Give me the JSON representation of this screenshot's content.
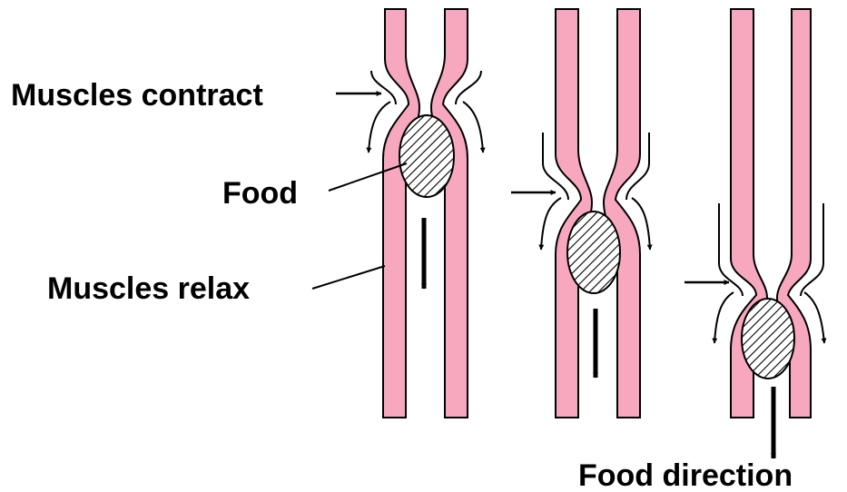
{
  "labels": {
    "muscles_contract": "Muscles contract",
    "food": "Food",
    "muscles_relax": "Muscles relax",
    "food_direction": "Food direction"
  },
  "colors": {
    "wall": "#f7a8bf",
    "outline": "#000000",
    "background": "#ffffff"
  },
  "stages": [
    {
      "name": "stage-1"
    },
    {
      "name": "stage-2"
    },
    {
      "name": "stage-3"
    }
  ],
  "icons": [
    "arrow-right-icon",
    "arrow-down-icon",
    "curved-arrow-icon",
    "hatched-food-bolus-icon"
  ]
}
